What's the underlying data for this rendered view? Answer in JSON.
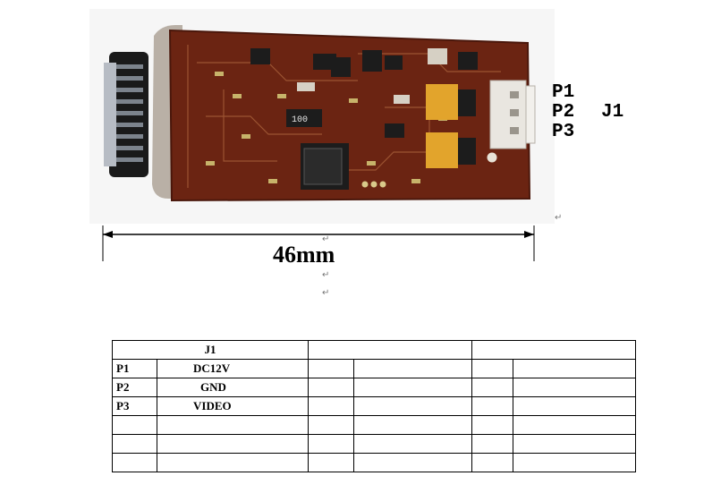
{
  "connector": {
    "name": "J1",
    "pins": [
      "P1",
      "P2",
      "P3"
    ]
  },
  "dimension": {
    "label": "46mm"
  },
  "table": {
    "header": "J1",
    "rows": [
      {
        "pin": "P1",
        "signal": "DC12V"
      },
      {
        "pin": "P2",
        "signal": "GND"
      },
      {
        "pin": "P3",
        "signal": "VIDEO"
      },
      {
        "pin": "",
        "signal": ""
      },
      {
        "pin": "",
        "signal": ""
      },
      {
        "pin": "",
        "signal": ""
      }
    ]
  },
  "colors": {
    "pcb": "#6b2412",
    "pcb_dark": "#4a170b",
    "connector": "#e9e6e0",
    "background": "#ffffff"
  }
}
